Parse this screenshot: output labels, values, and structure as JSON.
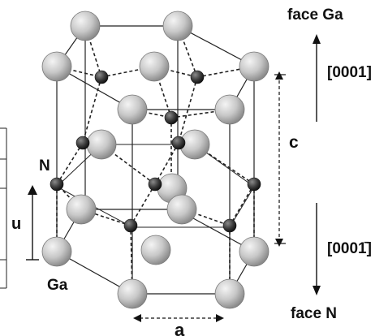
{
  "labels": {
    "face_top": "face Ga",
    "face_bottom": "face N",
    "direction_top": "[0001]",
    "direction_bottom": "[0001̄]",
    "c": "c",
    "a": "a",
    "u": "u",
    "n_atom": "N",
    "ga_atom": "Ga"
  },
  "colors": {
    "ga_atom": "#c8c8c8",
    "n_atom": "#3a3a3a",
    "lines": "#222222"
  }
}
